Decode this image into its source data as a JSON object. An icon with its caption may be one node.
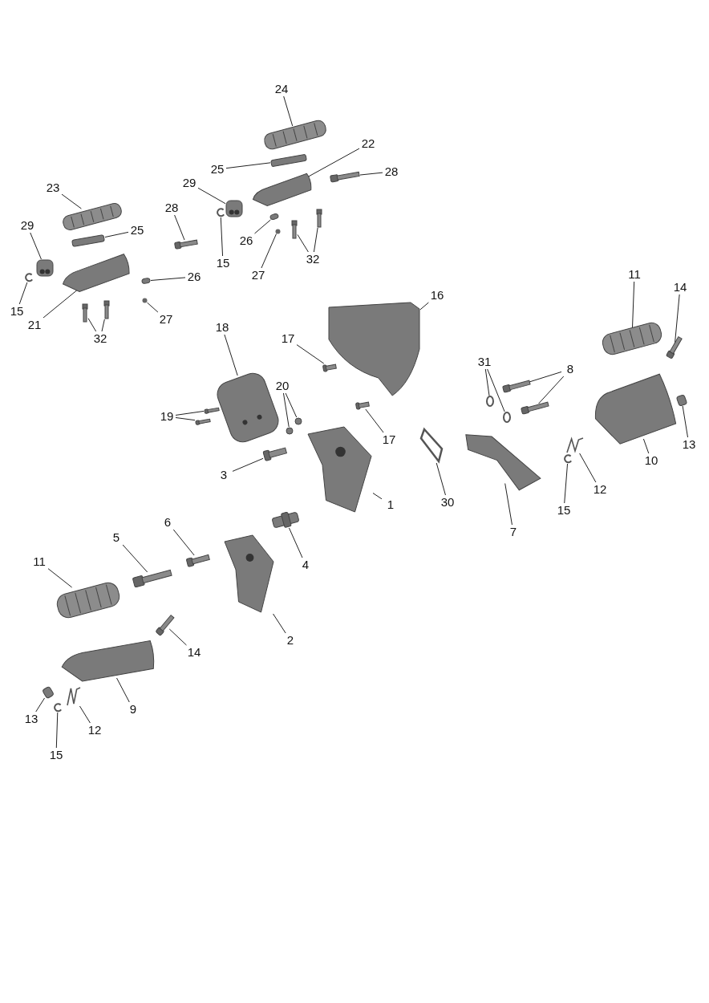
{
  "diagram": {
    "nodes": [
      {
        "text": [
          "24"
        ]
      },
      {
        "text": [],
        "shape": "picture"
      },
      {
        "text": [
          "22"
        ]
      },
      {
        "text": [],
        "shape": "picture"
      },
      {
        "text": [
          "25"
        ]
      },
      {
        "text": [],
        "shape": "bar"
      },
      {
        "text": [
          "28"
        ]
      },
      {
        "text": [],
        "shape": "bar"
      },
      {
        "text": [
          "29"
        ]
      },
      {
        "text": [],
        "shape": "picture"
      },
      {
        "text": [
          "28"
        ]
      },
      {
        "text": [],
        "shape": "bar"
      },
      {
        "text": [
          "23"
        ]
      },
      {
        "text": [],
        "shape": "picture"
      },
      {
        "text": [
          "29"
        ]
      },
      {
        "text": [],
        "shape": "picture"
      },
      {
        "text": [
          "25"
        ]
      },
      {
        "text": [],
        "shape": "bar"
      },
      {
        "text": [
          "26"
        ]
      },
      {
        "text": [],
        "shape": "bar"
      },
      {
        "text": [
          "15"
        ]
      },
      {
        "text": [],
        "shape": "picture"
      },
      {
        "text": [
          "32"
        ]
      },
      {
        "text": [],
        "shape": "bar"
      },
      {
        "text": [],
        "shape": "bar"
      },
      {
        "text": [
          "27"
        ]
      },
      {
        "text": [],
        "shape": "circle"
      },
      {
        "text": [
          "26"
        ]
      },
      {
        "text": [],
        "shape": "bar"
      },
      {
        "text": [
          "15"
        ]
      },
      {
        "text": [],
        "shape": "picture"
      },
      {
        "text": [
          "21"
        ]
      },
      {
        "text": [],
        "shape": "picture"
      },
      {
        "text": [
          "32"
        ]
      },
      {
        "text": [],
        "shape": "bar"
      },
      {
        "text": [],
        "shape": "bar"
      },
      {
        "text": [
          "27"
        ]
      },
      {
        "text": [],
        "shape": "circle"
      },
      {
        "text": [
          "16"
        ]
      },
      {
        "text": [],
        "shape": "picture"
      },
      {
        "text": [
          "11"
        ]
      },
      {
        "text": [],
        "shape": "picture"
      },
      {
        "text": [
          "14"
        ]
      },
      {
        "text": [],
        "shape": "bar"
      },
      {
        "text": [
          "17"
        ]
      },
      {
        "text": [],
        "shape": "bar"
      },
      {
        "text": [
          "18"
        ]
      },
      {
        "text": [],
        "shape": "picture"
      },
      {
        "text": [
          "31"
        ]
      },
      {
        "text": [],
        "shape": "circle"
      },
      {
        "text": [],
        "shape": "circle"
      },
      {
        "text": [
          "8"
        ]
      },
      {
        "text": [],
        "shape": "bar"
      },
      {
        "text": [],
        "shape": "bar"
      },
      {
        "text": [
          "19"
        ]
      },
      {
        "text": [],
        "shape": "bar"
      },
      {
        "text": [],
        "shape": "bar"
      },
      {
        "text": [
          "20"
        ]
      },
      {
        "text": [],
        "shape": "circle"
      },
      {
        "text": [],
        "shape": "circle"
      },
      {
        "text": [
          "17"
        ]
      },
      {
        "text": [],
        "shape": "bar"
      },
      {
        "text": [
          "13"
        ]
      },
      {
        "text": [],
        "shape": "bar"
      },
      {
        "text": [
          "10"
        ]
      },
      {
        "text": [],
        "shape": "picture"
      },
      {
        "text": [
          "3"
        ]
      },
      {
        "text": [],
        "shape": "bar"
      },
      {
        "text": [
          "12"
        ]
      },
      {
        "text": [],
        "shape": "picture"
      },
      {
        "text": [
          "15"
        ]
      },
      {
        "text": [],
        "shape": "picture"
      },
      {
        "text": [
          "1"
        ]
      },
      {
        "text": [],
        "shape": "picture"
      },
      {
        "text": [
          "30"
        ]
      },
      {
        "text": [],
        "shape": "picture"
      },
      {
        "text": [
          "7"
        ]
      },
      {
        "text": [],
        "shape": "picture"
      },
      {
        "text": [
          "4"
        ]
      },
      {
        "text": [],
        "shape": "picture"
      },
      {
        "text": [
          "6"
        ]
      },
      {
        "text": [],
        "shape": "bar"
      },
      {
        "text": [
          "5"
        ]
      },
      {
        "text": [],
        "shape": "bar"
      },
      {
        "text": [
          "11"
        ]
      },
      {
        "text": [],
        "shape": "picture"
      },
      {
        "text": [
          "14"
        ]
      },
      {
        "text": [],
        "shape": "bar"
      },
      {
        "text": [
          "2"
        ]
      },
      {
        "text": [],
        "shape": "picture"
      },
      {
        "text": [
          "9"
        ]
      },
      {
        "text": [],
        "shape": "picture"
      },
      {
        "text": [
          "13"
        ]
      },
      {
        "text": [],
        "shape": "bar"
      },
      {
        "text": [
          "12"
        ]
      },
      {
        "text": [],
        "shape": "picture"
      },
      {
        "text": [
          "15"
        ]
      },
      {
        "text": [],
        "shape": "picture"
      }
    ],
    "edges": [
      {
        "from": 0,
        "to": 1,
        "arrow": "none"
      },
      {
        "from": 2,
        "to": 3,
        "arrow": "none"
      },
      {
        "from": 4,
        "to": 5,
        "arrow": "none"
      },
      {
        "from": 6,
        "to": 7,
        "arrow": "none"
      },
      {
        "from": 8,
        "to": 9,
        "arrow": "none"
      },
      {
        "from": 10,
        "to": 11,
        "arrow": "none"
      },
      {
        "from": 12,
        "to": 13,
        "arrow": "none"
      },
      {
        "from": 14,
        "to": 15,
        "arrow": "none"
      },
      {
        "from": 16,
        "to": 17,
        "arrow": "none"
      },
      {
        "from": 18,
        "to": 19,
        "arrow": "none"
      },
      {
        "from": 20,
        "to": 21,
        "arrow": "none"
      },
      {
        "from": 22,
        "to": 23,
        "arrow": "none"
      },
      {
        "from": 22,
        "to": 24,
        "arrow": "none"
      },
      {
        "from": 25,
        "to": 26,
        "arrow": "none"
      },
      {
        "from": 27,
        "to": 28,
        "arrow": "none"
      },
      {
        "from": 29,
        "to": 30,
        "arrow": "none"
      },
      {
        "from": 31,
        "to": 32,
        "arrow": "none"
      },
      {
        "from": 33,
        "to": 34,
        "arrow": "none"
      },
      {
        "from": 33,
        "to": 35,
        "arrow": "none"
      },
      {
        "from": 36,
        "to": 37,
        "arrow": "none"
      },
      {
        "from": 38,
        "to": 39,
        "arrow": "none"
      },
      {
        "from": 40,
        "to": 41,
        "arrow": "none"
      },
      {
        "from": 42,
        "to": 43,
        "arrow": "none"
      },
      {
        "from": 44,
        "to": 45,
        "arrow": "none"
      },
      {
        "from": 46,
        "to": 47,
        "arrow": "none"
      },
      {
        "from": 48,
        "to": 49,
        "arrow": "none"
      },
      {
        "from": 48,
        "to": 50,
        "arrow": "none"
      },
      {
        "from": 51,
        "to": 52,
        "arrow": "none"
      },
      {
        "from": 51,
        "to": 53,
        "arrow": "none"
      },
      {
        "from": 54,
        "to": 55,
        "arrow": "none"
      },
      {
        "from": 54,
        "to": 56,
        "arrow": "none"
      },
      {
        "from": 57,
        "to": 58,
        "arrow": "none"
      },
      {
        "from": 57,
        "to": 59,
        "arrow": "none"
      },
      {
        "from": 60,
        "to": 61,
        "arrow": "none"
      },
      {
        "from": 62,
        "to": 63,
        "arrow": "none"
      },
      {
        "from": 64,
        "to": 65,
        "arrow": "none"
      },
      {
        "from": 66,
        "to": 67,
        "arrow": "none"
      },
      {
        "from": 68,
        "to": 69,
        "arrow": "none"
      },
      {
        "from": 70,
        "to": 71,
        "arrow": "none"
      },
      {
        "from": 72,
        "to": 73,
        "arrow": "none"
      },
      {
        "from": 74,
        "to": 75,
        "arrow": "none"
      },
      {
        "from": 76,
        "to": 77,
        "arrow": "none"
      },
      {
        "from": 78,
        "to": 79,
        "arrow": "none"
      },
      {
        "from": 80,
        "to": 81,
        "arrow": "none"
      },
      {
        "from": 82,
        "to": 83,
        "arrow": "none"
      },
      {
        "from": 84,
        "to": 85,
        "arrow": "none"
      },
      {
        "from": 86,
        "to": 87,
        "arrow": "none"
      },
      {
        "from": 88,
        "to": 89,
        "arrow": "none"
      },
      {
        "from": 90,
        "to": 91,
        "arrow": "none"
      },
      {
        "from": 92,
        "to": 93,
        "arrow": "none"
      },
      {
        "from": 94,
        "to": 95,
        "arrow": "none"
      },
      {
        "from": 96,
        "to": 97,
        "arrow": "none"
      }
    ]
  }
}
